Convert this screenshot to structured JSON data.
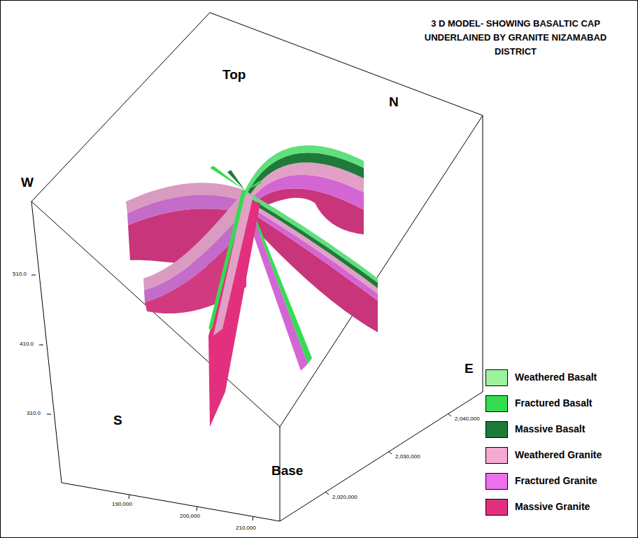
{
  "diagram": {
    "title": "3 D MODEL- SHOWING BASALTIC CAP UNDERLAINED BY GRANITE NIZAMABAD DISTRICT",
    "labels": [
      "Top",
      "N",
      "W",
      "E",
      "S",
      "Base",
      "510.0",
      "410.0",
      "310.0",
      "190,000",
      "200,000",
      "210,000",
      "2,040,000",
      "2,030,000",
      "2,020,000"
    ],
    "legend": [
      {
        "text": "Weathered Basalt",
        "color": "#9cf29c"
      },
      {
        "text": "Fractured Basalt",
        "color": "#33dd4f"
      },
      {
        "text": "Massive Basalt",
        "color": "#1f7a3a"
      },
      {
        "text": "Weathered Granite",
        "color": "#f4a9d0"
      },
      {
        "text": "Fractured Granite",
        "color": "#ec70ec"
      },
      {
        "text": "Massive Granite",
        "color": "#e2307e"
      }
    ]
  }
}
